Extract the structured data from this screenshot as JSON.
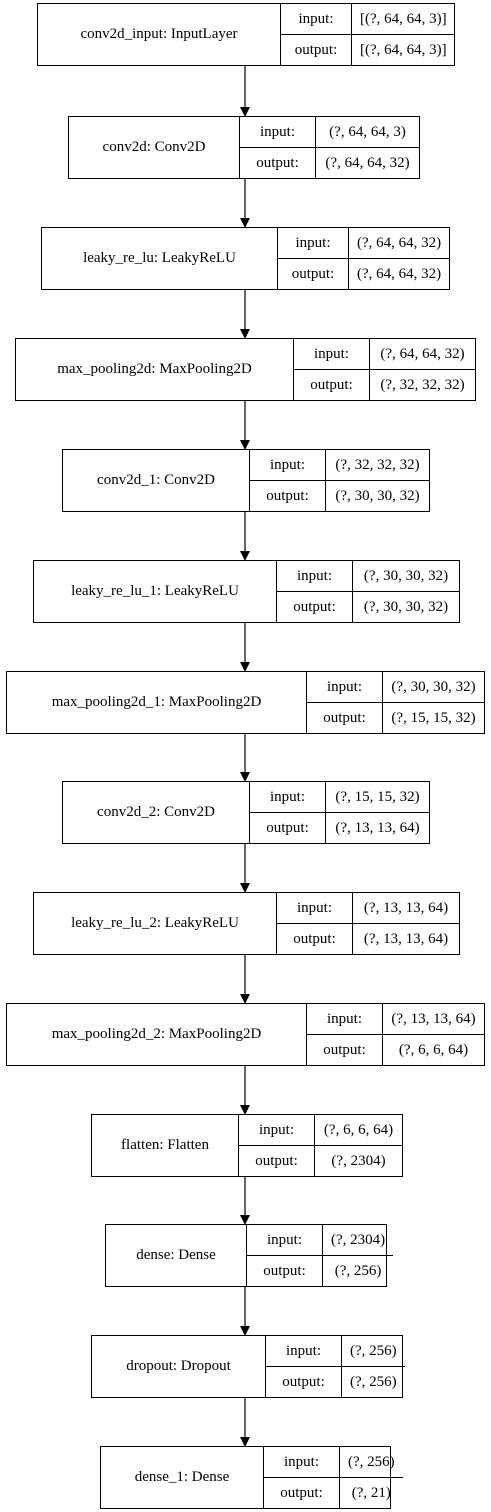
{
  "diagram": {
    "type": "keras-model-plot",
    "line_color": "#000000",
    "background": "#ffffff",
    "layers": [
      {
        "name": "conv2d_input: InputLayer",
        "input_label": "input:",
        "output_label": "output:",
        "input_shape": "[(?, 64, 64, 3)]",
        "output_shape": "[(?, 64, 64, 3)]"
      },
      {
        "name": "conv2d: Conv2D",
        "input_label": "input:",
        "output_label": "output:",
        "input_shape": "(?, 64, 64, 3)",
        "output_shape": "(?, 64, 64, 32)"
      },
      {
        "name": "leaky_re_lu: LeakyReLU",
        "input_label": "input:",
        "output_label": "output:",
        "input_shape": "(?, 64, 64, 32)",
        "output_shape": "(?, 64, 64, 32)"
      },
      {
        "name": "max_pooling2d: MaxPooling2D",
        "input_label": "input:",
        "output_label": "output:",
        "input_shape": "(?, 64, 64, 32)",
        "output_shape": "(?, 32, 32, 32)"
      },
      {
        "name": "conv2d_1: Conv2D",
        "input_label": "input:",
        "output_label": "output:",
        "input_shape": "(?, 32, 32, 32)",
        "output_shape": "(?, 30, 30, 32)"
      },
      {
        "name": "leaky_re_lu_1: LeakyReLU",
        "input_label": "input:",
        "output_label": "output:",
        "input_shape": "(?, 30, 30, 32)",
        "output_shape": "(?, 30, 30, 32)"
      },
      {
        "name": "max_pooling2d_1: MaxPooling2D",
        "input_label": "input:",
        "output_label": "output:",
        "input_shape": "(?, 30, 30, 32)",
        "output_shape": "(?, 15, 15, 32)"
      },
      {
        "name": "conv2d_2: Conv2D",
        "input_label": "input:",
        "output_label": "output:",
        "input_shape": "(?, 15, 15, 32)",
        "output_shape": "(?, 13, 13, 64)"
      },
      {
        "name": "leaky_re_lu_2: LeakyReLU",
        "input_label": "input:",
        "output_label": "output:",
        "input_shape": "(?, 13, 13, 64)",
        "output_shape": "(?, 13, 13, 64)"
      },
      {
        "name": "max_pooling2d_2: MaxPooling2D",
        "input_label": "input:",
        "output_label": "output:",
        "input_shape": "(?, 13, 13, 64)",
        "output_shape": "(?, 6, 6, 64)"
      },
      {
        "name": "flatten: Flatten",
        "input_label": "input:",
        "output_label": "output:",
        "input_shape": "(?, 6, 6, 64)",
        "output_shape": "(?, 2304)"
      },
      {
        "name": "dense: Dense",
        "input_label": "input:",
        "output_label": "output:",
        "input_shape": "(?, 2304)",
        "output_shape": "(?, 256)"
      },
      {
        "name": "dropout: Dropout",
        "input_label": "input:",
        "output_label": "output:",
        "input_shape": "(?, 256)",
        "output_shape": "(?, 256)"
      },
      {
        "name": "dense_1: Dense",
        "input_label": "input:",
        "output_label": "output:",
        "input_shape": "(?, 256)",
        "output_shape": "(?, 21)"
      }
    ]
  }
}
